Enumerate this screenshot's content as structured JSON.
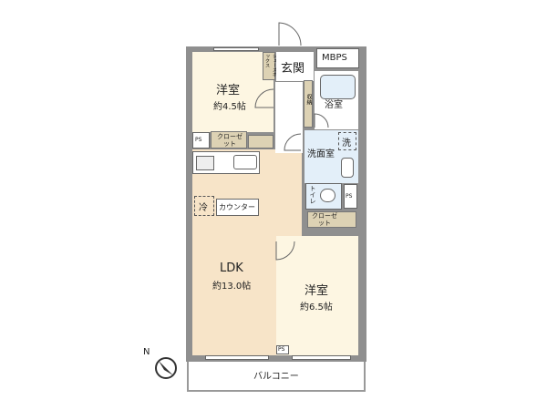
{
  "rooms": {
    "western_small": {
      "name": "洋室",
      "size": "約4.5帖"
    },
    "western_large": {
      "name": "洋室",
      "size": "約6.5帖"
    },
    "ldk": {
      "name": "LDK",
      "size": "約13.0帖"
    },
    "entrance": "玄関",
    "mbps": "MBPS",
    "bath": "浴室",
    "washroom": "洗面室",
    "washer": "洗",
    "toilet": "トイレ",
    "storage": "収納",
    "shoebox": "シューズボックス",
    "closet_left": "クローゼット",
    "closet_right": "クローゼット",
    "ps_left": "PS",
    "ps_right": "PS",
    "ps_bottom": "PS",
    "fridge": "冷",
    "counter": "カウンター",
    "balcony": "バルコニー"
  },
  "compass": {
    "label": "N"
  },
  "colors": {
    "wall": "#8f8f8f",
    "ldk": "#f7e4c8",
    "room": "#fdf6e2",
    "storage": "#ddd2b4",
    "wet": "#e3eff9"
  }
}
